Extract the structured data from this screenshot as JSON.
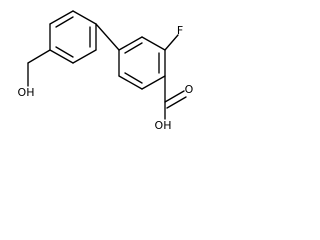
{
  "structure": {
    "labels": {
      "fluorine": "F",
      "carbonyl_oxygen": "O",
      "acid_hydroxyl": "OH",
      "alcohol_hydroxyl": "OH"
    },
    "colors": {
      "bond": "#000000",
      "label": "#000000",
      "background": "#ffffff"
    }
  }
}
